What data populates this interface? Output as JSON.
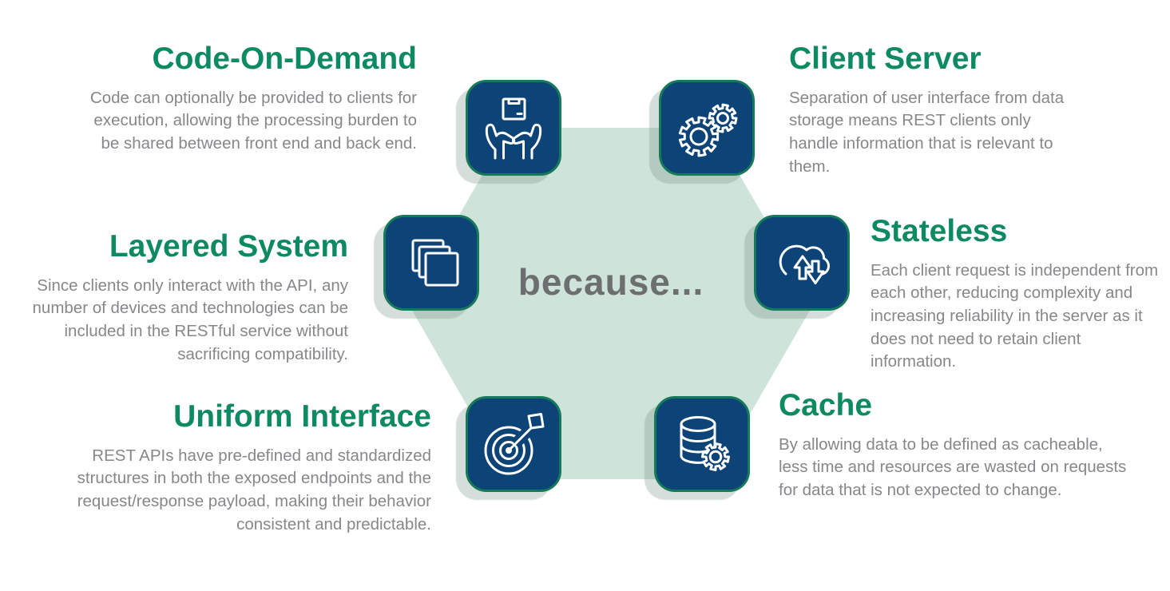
{
  "center": {
    "label": "because...",
    "shape": "hexagon"
  },
  "colors": {
    "tile_navy": "#0d4477",
    "tile_border_green": "#15795a",
    "title_green": "#0e8a62",
    "body_gray": "#85878a",
    "center_text_gray": "#6d6e70",
    "hexagon_mint": "#cee3d9"
  },
  "sections": [
    {
      "id": "code-on-demand",
      "title": "Code-On-Demand",
      "description": "Code can optionally be provided to clients for execution, allowing the processing burden to be shared between front end and back end.",
      "icon": "hands-holding-box-icon"
    },
    {
      "id": "client-server",
      "title": "Client Server",
      "description": "Separation of user interface from data storage means REST clients only handle information that is relevant to them.",
      "icon": "gears-icon"
    },
    {
      "id": "layered-system",
      "title": "Layered System",
      "description": "Since clients only interact with the API, any number of devices and technologies can be included in the RESTful service without sacrificing compatibility.",
      "icon": "stacked-layers-icon"
    },
    {
      "id": "stateless",
      "title": "Stateless",
      "description": "Each client request is independent from each other, reducing complexity and increasing reliability in the server as it does not need to retain client information.",
      "icon": "cloud-sync-arrows-icon"
    },
    {
      "id": "uniform-interface",
      "title": "Uniform Interface",
      "description": "REST APIs have pre-defined and standardized structures in both the exposed endpoints and the request/response payload, making their behavior consistent and predictable.",
      "icon": "target-dart-icon"
    },
    {
      "id": "cache",
      "title": "Cache",
      "description": "By allowing data to be defined as cacheable, less time and resources are wasted on requests for data that is not expected to change.",
      "icon": "database-gear-icon"
    }
  ]
}
